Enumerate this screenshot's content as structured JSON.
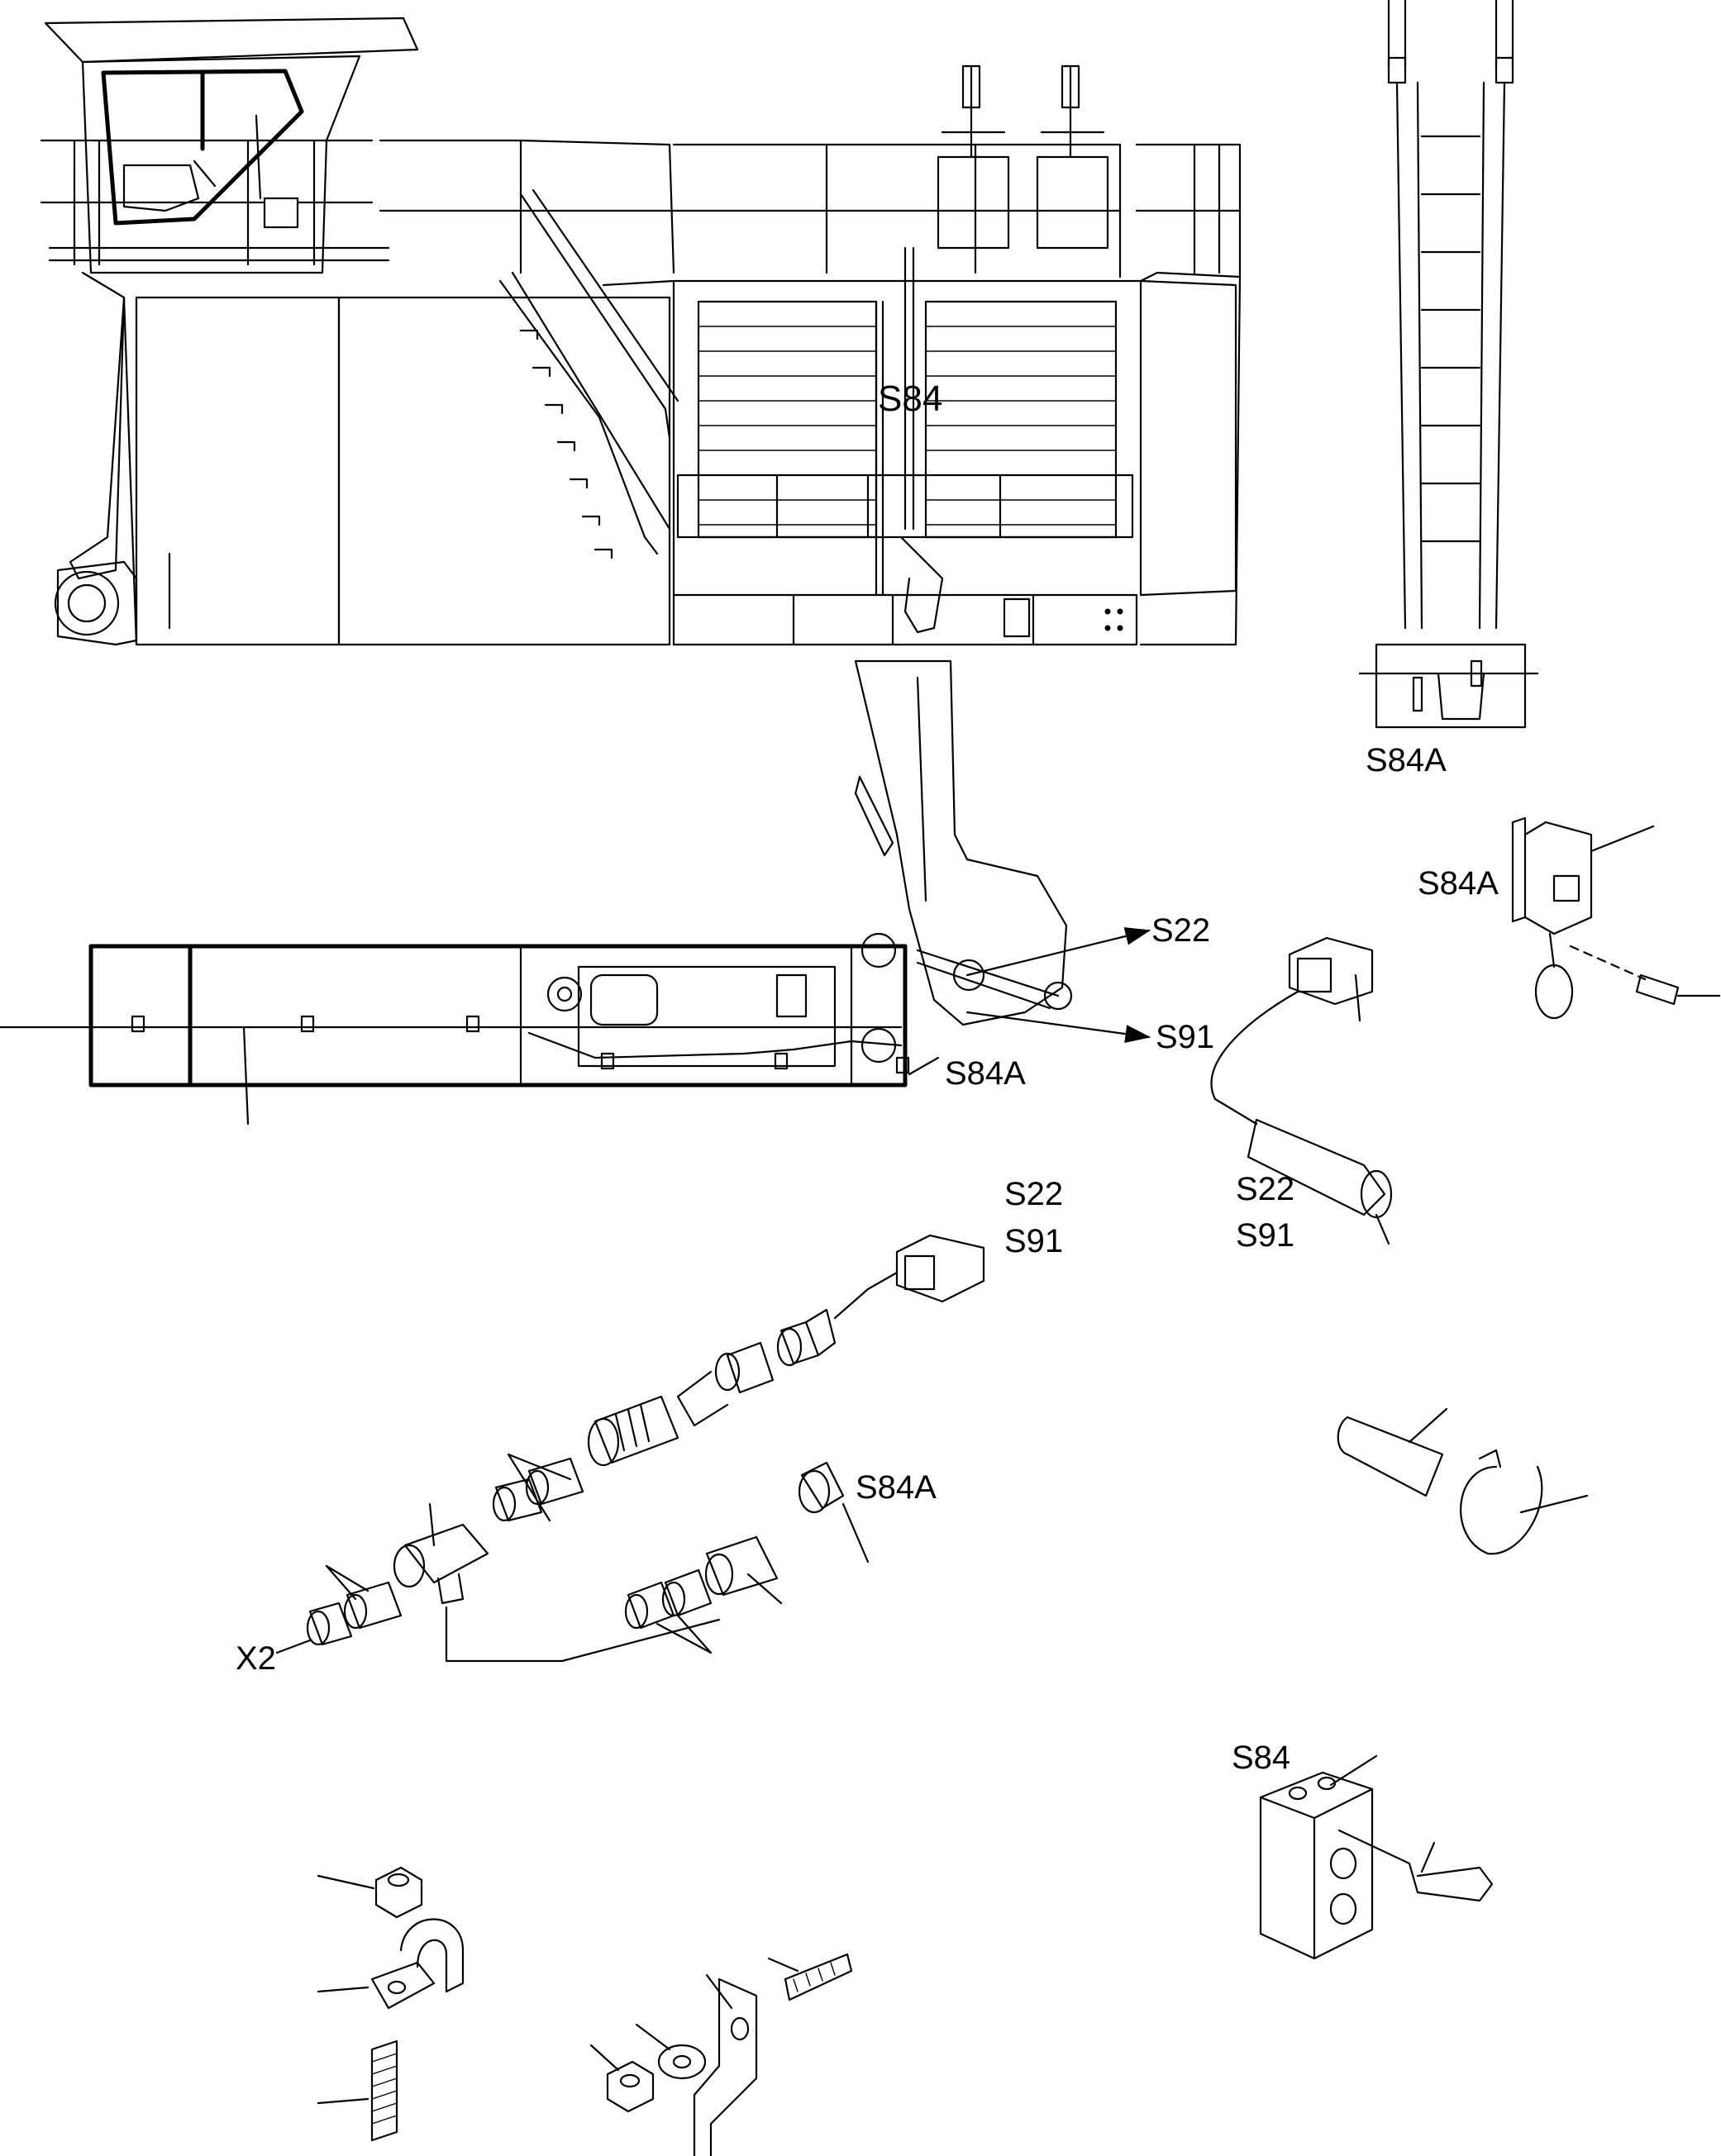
{
  "labels": {
    "s84_main": "S84",
    "s84a_ladder": "S84A",
    "s84a_switch": "S84A",
    "s22_arrow": "S22",
    "s91_arrow": "S91",
    "s84a_boom": "S84A",
    "s22_sensor": "S22",
    "s91_sensor": "S91",
    "s22_connector": "S22",
    "s91_connector": "S91",
    "s84a_fitting": "S84A",
    "x2": "X2",
    "s84_box": "S84"
  },
  "colors": {
    "line": "#000000",
    "background": "#ffffff"
  }
}
